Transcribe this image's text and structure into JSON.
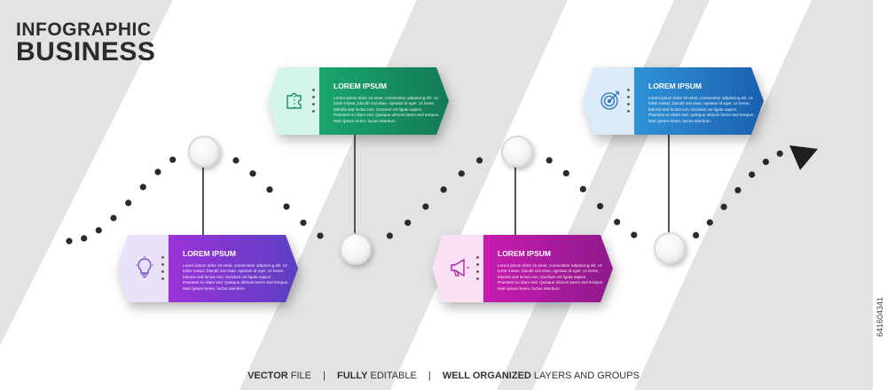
{
  "title": {
    "line1": "INFOGRAPHIC",
    "line2": "BUSINESS"
  },
  "steps": [
    {
      "heading": "LOREM IPSUM",
      "body": "Lorem ipsum dolor sit amet, consectetur adipiscing elit. Ut tortor metus, blandit nisl vitae, egestas id eget. Ut lorem, lobortis sed lectus non, tincidunt vel ligula sapien. Praesent eu diam sed. Quisque ultrices lorem sed tempus. Nam ipsum lorem, luctus interdum.",
      "icon": "lightbulb-icon",
      "colors": {
        "left": "#e9e1f7",
        "from": "#9b33d8",
        "to": "#5b3fc2"
      }
    },
    {
      "heading": "LOREM IPSUM",
      "body": "Lorem ipsum dolor sit amet, consectetur adipiscing elit. Ut tortor metus, blandit nisl vitae, egestas id eget. Ut lorem, lobortis sed lectus non, tincidunt vel ligula sapien. Praesent eu diam sed. Quisque ultrices lorem sed tempus. Nam ipsum lorem, luctus interdum.",
      "icon": "puzzle-icon",
      "colors": {
        "left": "#d6f5ea",
        "from": "#1aa56e",
        "to": "#137a55"
      }
    },
    {
      "heading": "LOREM IPSUM",
      "body": "Lorem ipsum dolor sit amet, consectetur adipiscing elit. Ut tortor metus, blandit nisl vitae, egestas id eget. Ut lorem, lobortis sed lectus non, tincidunt vel ligula sapien. Praesent eu diam sed. Quisque ultrices lorem sed tempus. Nam ipsum lorem, luctus interdum.",
      "icon": "megaphone-icon",
      "colors": {
        "left": "#fbe1f3",
        "from": "#c81bb1",
        "to": "#8d1a8a"
      }
    },
    {
      "heading": "LOREM IPSUM",
      "body": "Lorem ipsum dolor sit amet, consectetur adipiscing elit. Ut tortor metus, blandit nisl vitae, egestas id eget. Ut lorem, lobortis sed lectus non, tincidunt vel ligula sapien. Praesent eu diam sed. Quisque ultrices lorem sed tempus. Nam ipsum lorem, luctus interdum.",
      "icon": "target-icon",
      "colors": {
        "left": "#dcebfa",
        "from": "#2f93d6",
        "to": "#1b5fb0"
      }
    }
  ],
  "footer": {
    "vector_bold": "VECTOR",
    "vector_rest": "FILE",
    "editable_bold": "FULLY",
    "editable_rest": "EDITABLE",
    "organized_bold": "WELL ORGANIZED",
    "organized_rest": "LAYERS AND GROUPS",
    "separator": "|"
  },
  "stock_id": "641604341",
  "colors": {
    "background": "#e3e3e3",
    "stripe": "#ffffff",
    "dots": "#2b2b2b",
    "title": "#2b2b2b"
  }
}
